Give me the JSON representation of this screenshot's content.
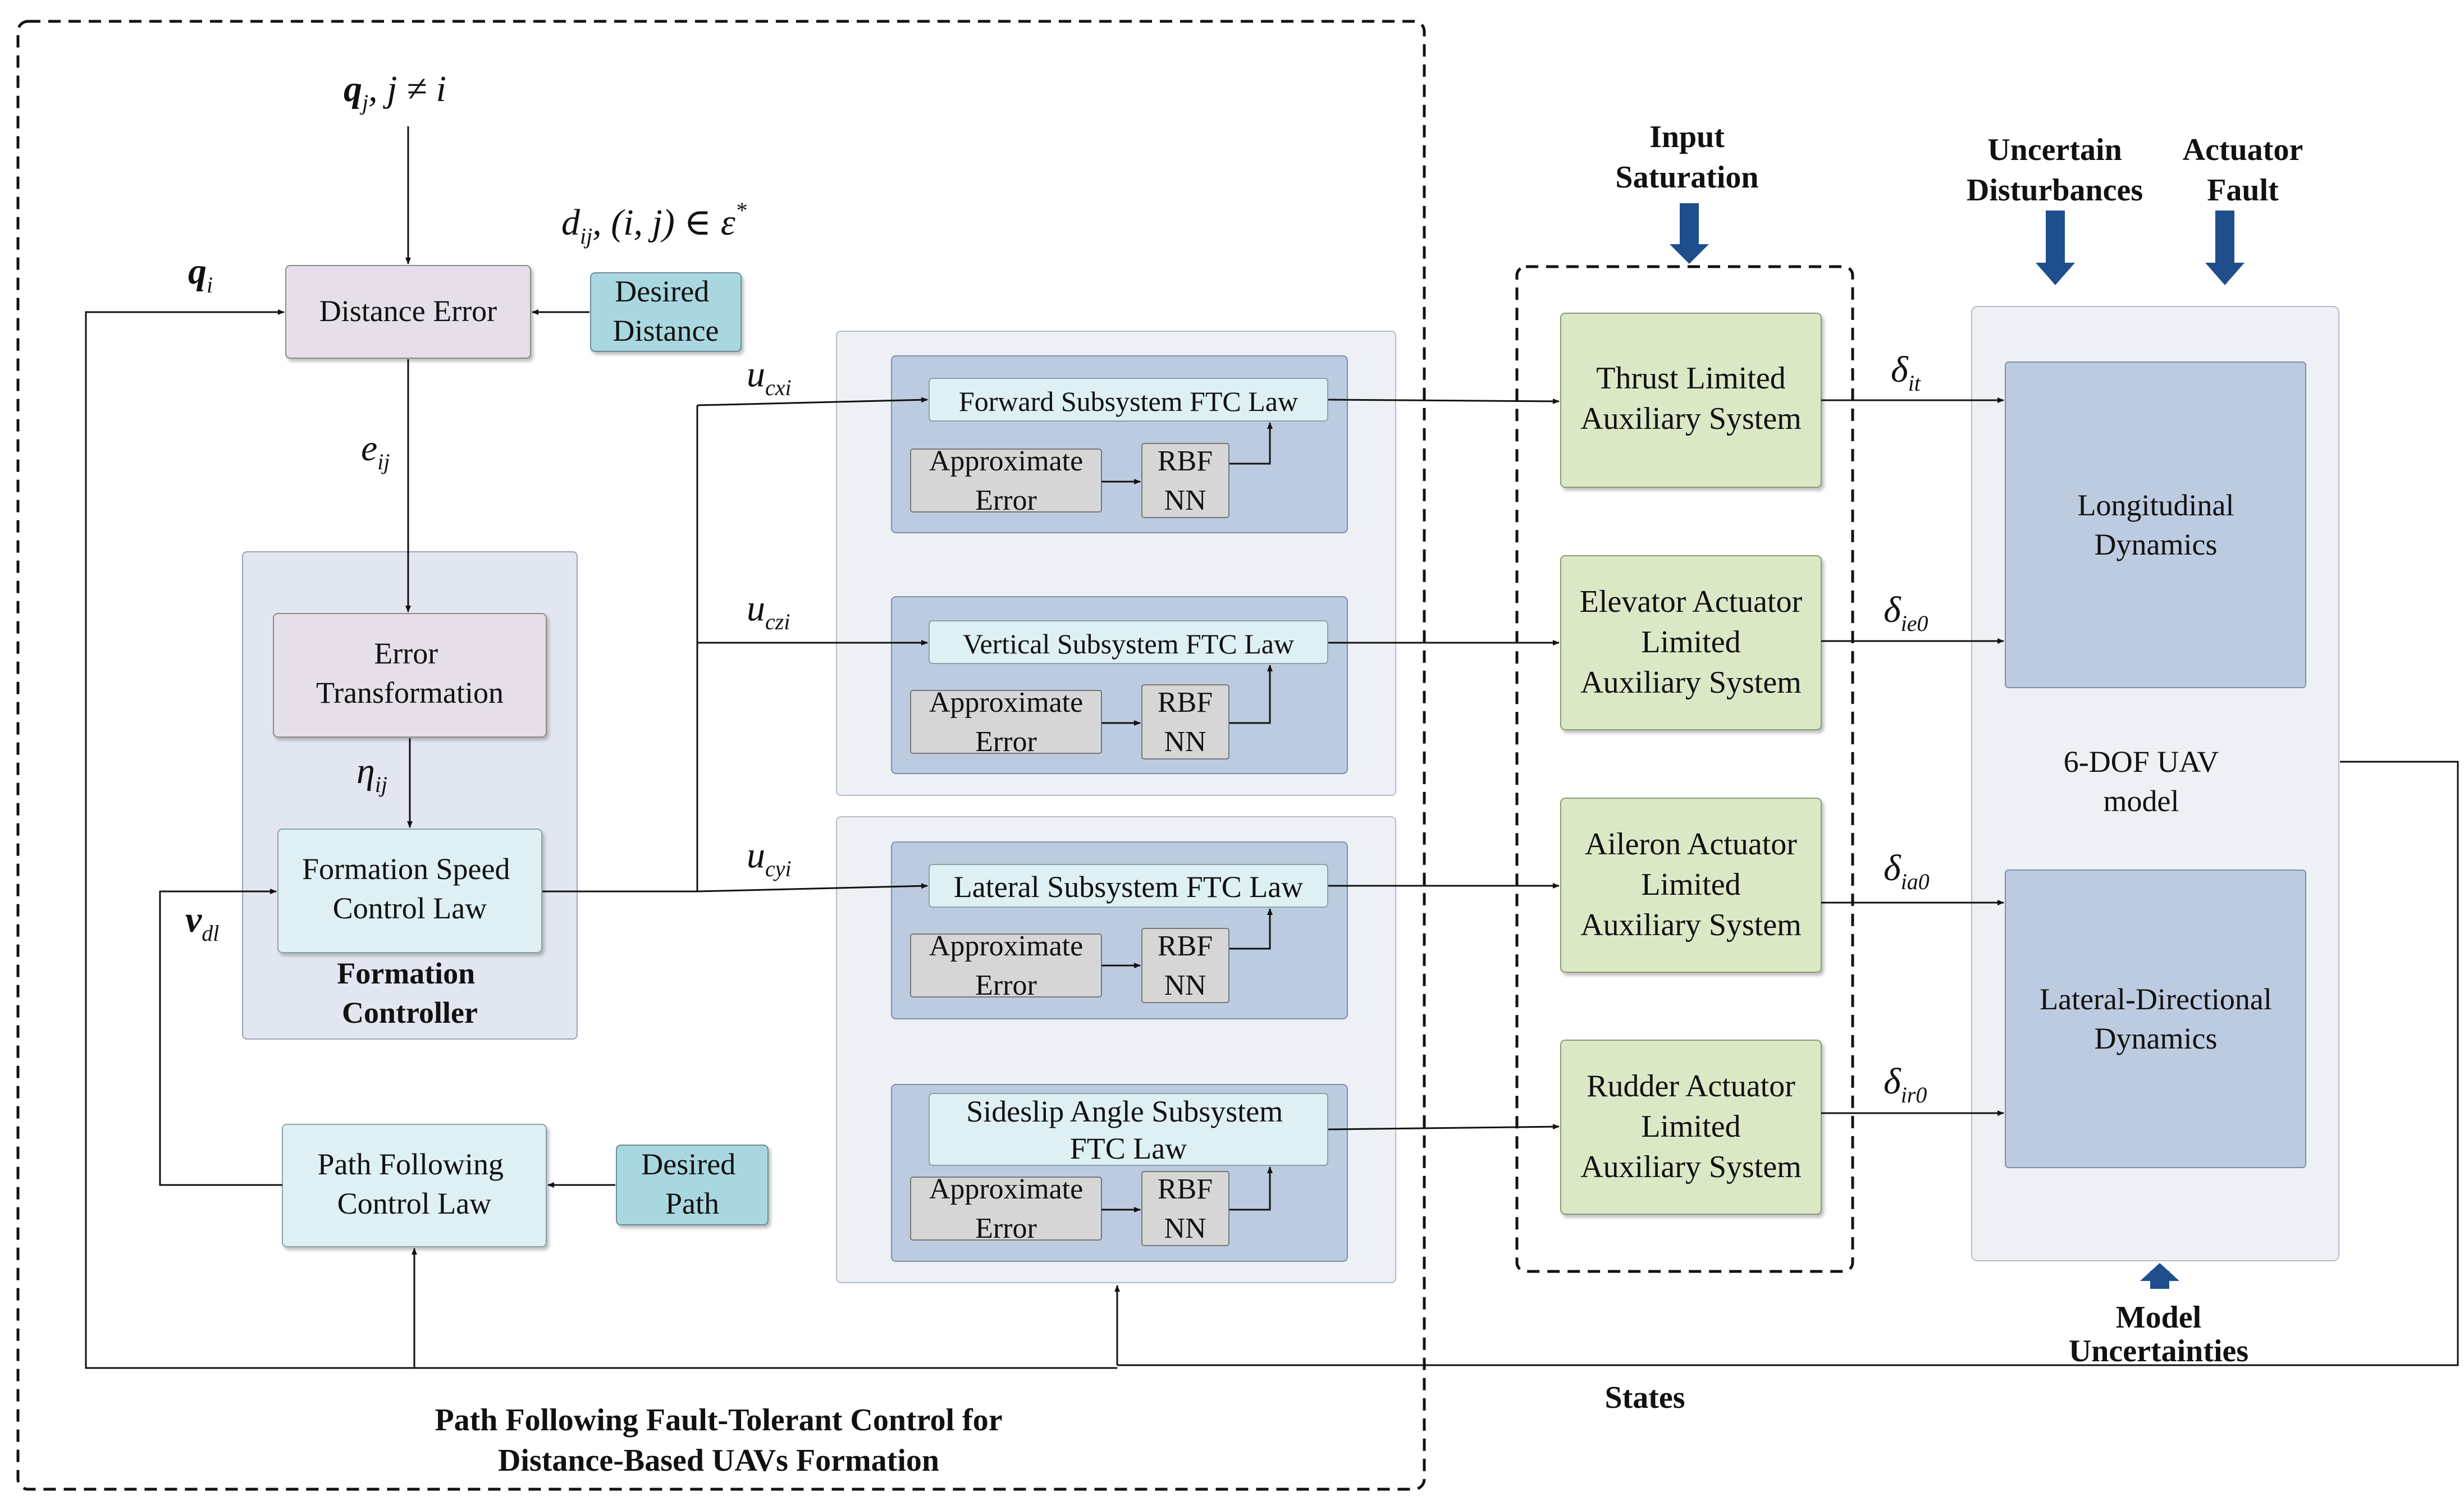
{
  "colors": {
    "pink_box": "#e6dfea",
    "teal_box": "#a9d7e0",
    "light_teal_box": "#def0f3",
    "group_bg": "#e2e6f0",
    "slate_box": "#bccbe0",
    "panel_bg": "#edf0f5",
    "grey_box": "#d6d6d6",
    "green_box": "#dbe8c6",
    "arrow_blue": "#1f4e8c"
  },
  "labels": {
    "qj_main": "q",
    "qj_sub": "j",
    "qj_rest": ", j ≠ i",
    "dij_main": "d",
    "dij_sub": "ij",
    "dij_rest": ",  (i, j) ∈ ε",
    "dij_sup": "*",
    "qi_main": "q",
    "qi_sub": "i",
    "eij_main": "e",
    "eij_sub": "ij",
    "eta_main": "η",
    "eta_sub": "ij",
    "vdl_main": "v",
    "vdl_sub": "dl",
    "ucxi_main": "u",
    "ucxi_sub": "cxi",
    "uczi_main": "u",
    "uczi_sub": "czi",
    "ucyi_main": "u",
    "ucyi_sub": "cyi",
    "d_it_main": "δ",
    "d_it_sub": "it",
    "d_ie0_main": "δ",
    "d_ie0_sub": "ie0",
    "d_ia0_main": "δ",
    "d_ia0_sub": "ia0",
    "d_ir0_main": "δ",
    "d_ir0_sub": "ir0"
  },
  "boxes": {
    "distance_error": "Distance Error",
    "desired_distance": [
      "Desired",
      "Distance"
    ],
    "error_transformation": [
      "Error",
      "Transformation"
    ],
    "formation_speed": [
      "Formation Speed",
      "Control Law"
    ],
    "formation_controller": [
      "Formation",
      "Controller"
    ],
    "path_following": [
      "Path Following",
      "Control Law"
    ],
    "desired_path": [
      "Desired",
      "Path"
    ],
    "forward_ftc": "Forward Subsystem FTC Law",
    "vertical_ftc": "Vertical Subsystem FTC Law",
    "lateral_ftc": "Lateral Subsystem FTC Law",
    "sideslip_ftc": [
      "Sideslip Angle Subsystem",
      "FTC Law"
    ],
    "approx_error": [
      "Approximate",
      "Error"
    ],
    "rbf_nn": [
      "RBF",
      "NN"
    ],
    "thrust_aux": [
      "Thrust Limited",
      "Auxiliary System"
    ],
    "elevator_aux": [
      "Elevator Actuator",
      "Limited",
      "Auxiliary System"
    ],
    "aileron_aux": [
      "Aileron Actuator",
      "Limited",
      "Auxiliary System"
    ],
    "rudder_aux": [
      "Rudder Actuator",
      "Limited",
      "Auxiliary System"
    ],
    "longitudinal": [
      "Longitudinal",
      "Dynamics"
    ],
    "uav_model": [
      "6-DOF UAV",
      "model"
    ],
    "lateral_directional": [
      "Lateral-Directional",
      "Dynamics"
    ]
  },
  "headings": {
    "input_saturation": [
      "Input",
      "Saturation"
    ],
    "uncertain_disturbances": [
      "Uncertain",
      "Disturbances"
    ],
    "actuator_fault": [
      "Actuator",
      "Fault"
    ],
    "model_uncertainties": [
      "Model",
      "Uncertainties"
    ],
    "states": "States",
    "caption": [
      "Path Following Fault-Tolerant Control for",
      "Distance-Based UAVs Formation"
    ]
  }
}
